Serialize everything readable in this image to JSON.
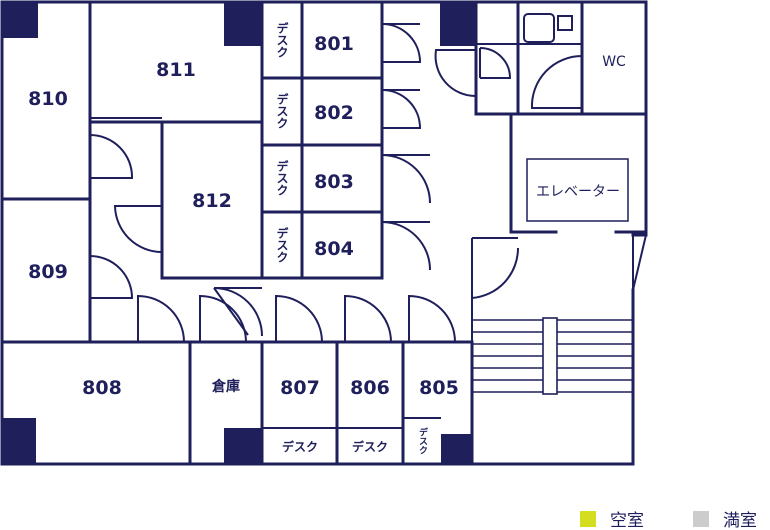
{
  "rooms": {
    "r801": "801",
    "r802": "802",
    "r803": "803",
    "r804": "804",
    "r805": "805",
    "r806": "806",
    "r807": "807",
    "r808": "808",
    "r809": "809",
    "r810": "810",
    "r811": "811",
    "r812": "812"
  },
  "desk_label": "デスク",
  "storage_label": "倉庫",
  "wc_label": "WC",
  "elevator_label": "エレベーター",
  "legend": {
    "vacant": {
      "label": "空室",
      "color": "#d4dd1f"
    },
    "occupied": {
      "label": "満室",
      "color": "#cccccc"
    }
  },
  "colors": {
    "wall": "#1e1f5b",
    "background": "#ffffff"
  }
}
